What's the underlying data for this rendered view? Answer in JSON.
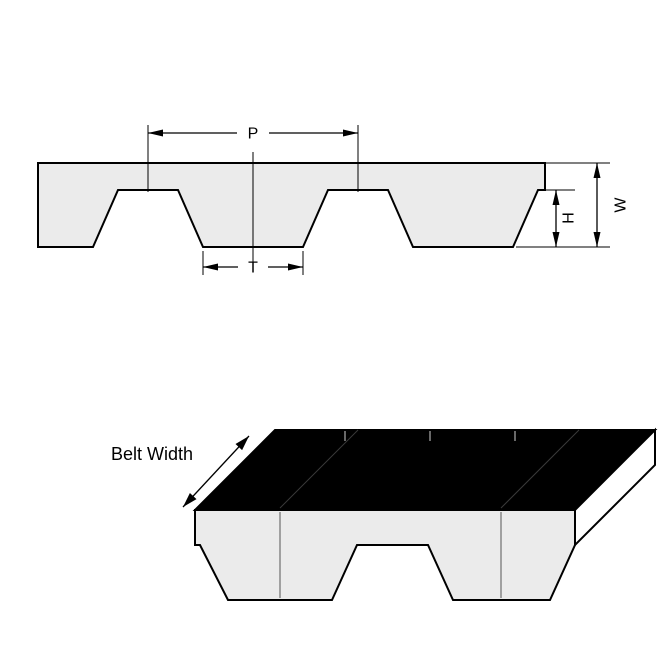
{
  "diagram": {
    "type": "timing-belt-technical-drawing",
    "dimension_labels": {
      "pitch": "P",
      "tooth_width": "T",
      "tooth_height": "H",
      "belt_thickness": "W",
      "belt_width": "Belt Width"
    },
    "colors": {
      "outline": "#000000",
      "belt_fill": "#ebebeb",
      "top_face_fill": "#000000",
      "end_face_fill": "#ffffff",
      "background": "#ffffff"
    }
  }
}
